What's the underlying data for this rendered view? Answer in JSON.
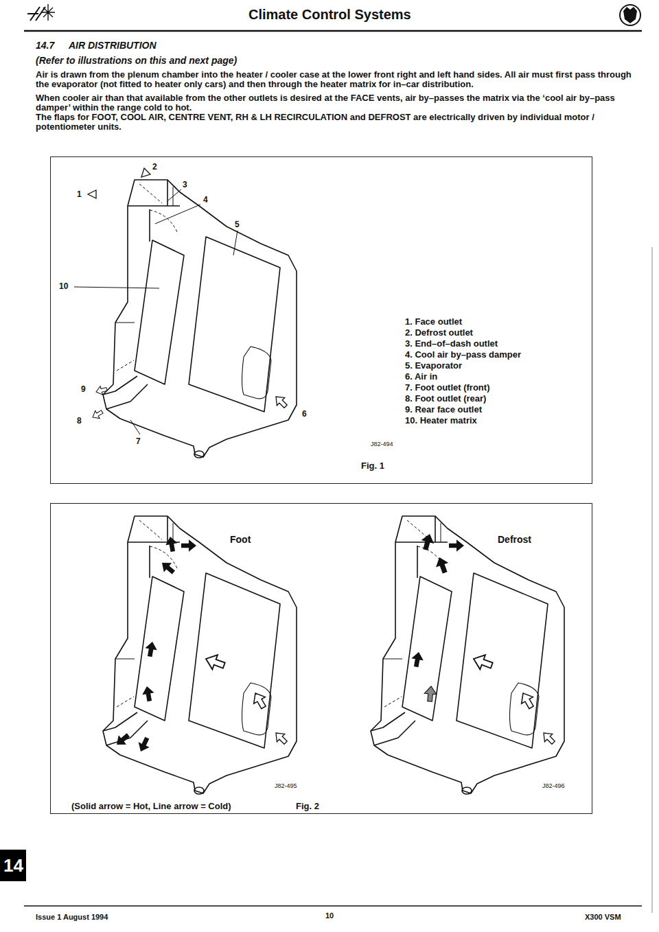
{
  "diagram": {
    "title": "Climate Control Systems",
    "nodes": [
      {
        "text": [
          "Fig. 1"
        ]
      },
      {
        "text": [
          "(Solid arrow = Hot, Line arrow = Cold)",
          "Fig. 2"
        ]
      },
      {
        "text": [
          "14"
        ]
      }
    ],
    "labels": [
      "14.7",
      "AIR DISTRIBUTION",
      "(Refer to illustrations on this and next page)",
      "Air is drawn from the plenum chamber into the heater / cooler case at the lower front right and left hand sides. All air must first pass through the evaporator (not fitted to heater only cars) and then through the heater matrix for in–car distribution.",
      "When cooler air than that available from the other outlets is desired at the FACE vents, air by–passes the matrix via the ‘cool air by–pass damper’ within the range cold to hot.",
      "The flaps for FOOT, COOL AIR, CENTRE VENT, RH & LH RECIRCULATION and DEFROST are electrically driven by individual motor / potentiometer units.",
      "1",
      "2",
      "3",
      "4",
      "5",
      "6",
      "7",
      "8",
      "9",
      "10",
      "1. Face outlet",
      "2. Defrost outlet",
      "3. End–of–dash outlet",
      "4. Cool air by–pass damper",
      "5. Evaporator",
      "6. Air in",
      "7. Foot outlet (front)",
      "8. Foot outlet (rear)",
      "9. Rear face outlet",
      "10. Heater matrix",
      "J82-494",
      "Foot",
      "J82-495",
      "Defrost",
      "J82-496",
      "Issue 1 August 1994",
      "10",
      "X300 VSM"
    ]
  }
}
